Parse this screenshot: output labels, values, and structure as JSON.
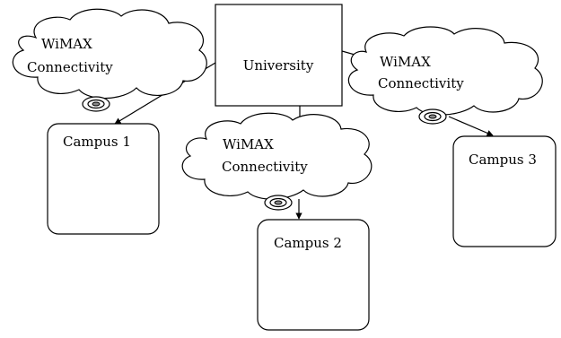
{
  "university": {
    "label": "University"
  },
  "clouds": [
    {
      "line1": "WiMAX",
      "line2": "Connectivity"
    },
    {
      "line1": "WiMAX",
      "line2": "Connectivity"
    },
    {
      "line1": "WiMAX",
      "line2": "Connectivity"
    }
  ],
  "campuses": [
    {
      "label": "Campus 1"
    },
    {
      "label": "Campus 2"
    },
    {
      "label": "Campus 3"
    }
  ]
}
